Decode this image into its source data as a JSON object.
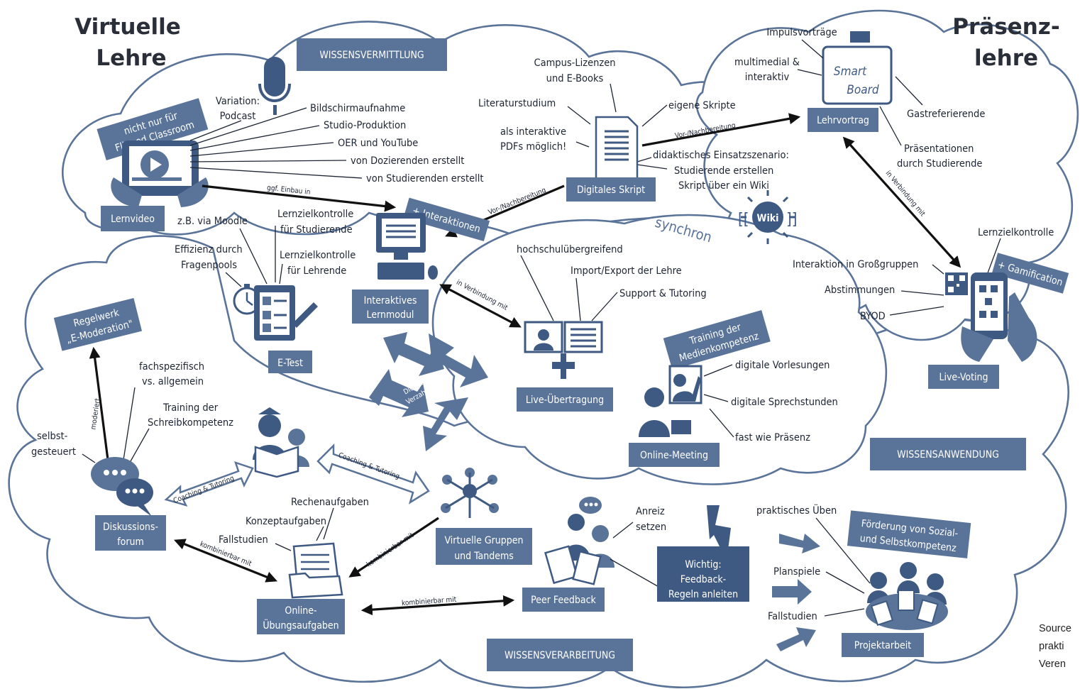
{
  "headings": {
    "virtual_line1": "Virtuelle",
    "virtual_line2": "Lehre",
    "presence_line1": "Präsenz-",
    "presence_line2": "lehre"
  },
  "sections": {
    "wissensvermittlung": "WISSENSVERMITTLUNG",
    "wissensanwendung": "WISSENSANWENDUNG",
    "wissensverarbeitung": "WISSENSVERARBEITUNG"
  },
  "lernvideo": {
    "label": "Lernvideo",
    "banner_line1": "nicht nur für",
    "banner_line2": "Flipped Classroom",
    "variation_line1": "Variation:",
    "variation_line2": "Podcast",
    "items": [
      "Bildschirmaufnahme",
      "Studio-Produktion",
      "OER und YouTube",
      "von Dozierenden erstellt",
      "von Studierenden erstellt"
    ],
    "einbau": "ggf. Einbau in"
  },
  "skript": {
    "label": "Digitales Skript",
    "campus_line1": "Campus-Lizenzen",
    "campus_line2": "und E-Books",
    "literatur": "Literaturstudium",
    "pdf_line1": "als interaktive",
    "pdf_line2": "PDFs möglich!",
    "eigene": "eigene Skripte",
    "szenario_line1": "didaktisches Einsatzszenario:",
    "szenario_line2": "Studierende erstellen",
    "szenario_line3": "Skript über ein Wiki",
    "wiki": "Wiki",
    "vor_nach_top": "Vor-/Nachbereitung",
    "vor_nach_left": "Vor-/Nachbereitung"
  },
  "lehrvortrag": {
    "label": "Lehrvortrag",
    "impuls": "Impulsvorträge",
    "multi_line1": "multimedial &",
    "multi_line2": "interaktiv",
    "smart_line1": "Smart",
    "smart_line2": "Board",
    "gast": "Gastreferierende",
    "praes_line1": "Präsentationen",
    "praes_line2": "durch Studierende",
    "verbindung": "in Verbindung mit"
  },
  "lernmodul": {
    "label_line1": "Interaktives",
    "label_line2": "Lernmodul",
    "interaktionen": "+ Interaktionen",
    "verbindung": "in Verbindung mit"
  },
  "etest": {
    "label": "E-Test",
    "moodle": "z.B. via Moodle",
    "effizienz_line1": "Effizienz durch",
    "effizienz_line2": "Fragenpools",
    "lzk_stud_line1": "Lernzielkontrolle",
    "lzk_stud_line2": "für Studierende",
    "lzk_lehr_line1": "Lernzielkontrolle",
    "lzk_lehr_line2": "für Lehrende"
  },
  "synchron": {
    "label": "synchron",
    "hochschul": "hochschulübergreifend",
    "import": "Import/Export der Lehre",
    "support": "Support & Tutoring",
    "live_label": "Live-Übertragung",
    "medien_line1": "Training der",
    "medien_line2": "Medienkompetenz",
    "vorlesungen": "digitale Vorlesungen",
    "sprechstunden": "digitale Sprechstunden",
    "praesenz": "fast wie Präsenz",
    "meeting_label": "Online-Meeting"
  },
  "voting": {
    "label": "Live-Voting",
    "lzk": "Lernzielkontrolle",
    "gamification": "+ Gamification",
    "grossgruppen": "Interaktion in Großgruppen",
    "abstimmungen": "Abstimmungen",
    "byod": "BYOD"
  },
  "forum": {
    "label_line1": "Diskussions-",
    "label_line2": "forum",
    "regelwerk_line1": "Regelwerk",
    "regelwerk_line2": "„E-Moderation\"",
    "moderiert": "moderiert",
    "fach_line1": "fachspezifisch",
    "fach_line2": "vs. allgemein",
    "schreib_line1": "Training der",
    "schreib_line2": "Schreibkompetenz",
    "selbst_line1": "selbst-",
    "selbst_line2": "gesteuert",
    "coaching": "Coaching & Tutoring",
    "kombinierbar": "kombinierbar mit"
  },
  "verzahnung": {
    "line1": "Didaktische",
    "line2": "Verzahnung"
  },
  "gruppen": {
    "label_line1": "Virtuelle Gruppen",
    "label_line2": "und Tandems",
    "coaching": "Coaching & Tutoring",
    "kombinierbar": "kombinierbar mit"
  },
  "uebung": {
    "label_line1": "Online-",
    "label_line2": "Übungsaufgaben",
    "rechen": "Rechenaufgaben",
    "konzept": "Konzeptaufgaben",
    "fall": "Fallstudien",
    "kombinierbar": "kombinierbar mit"
  },
  "peer": {
    "label": "Peer Feedback",
    "anreiz_line1": "Anreiz",
    "anreiz_line2": "setzen",
    "wichtig_line1": "Wichtig:",
    "wichtig_line2": "Feedback-",
    "wichtig_line3": "Regeln anleiten"
  },
  "projekt": {
    "label": "Projektarbeit",
    "ueben": "praktisches Üben",
    "foerd_line1": "Förderung von Sozial-",
    "foerd_line2": "und Selbstkompetenz",
    "plan": "Planspiele",
    "fall": "Fallstudien"
  },
  "source": {
    "line1": "Source",
    "line2": "prakti",
    "line3": "Veren"
  },
  "colors": {
    "band": "#5a7399",
    "dark": "#3f5a82",
    "text": "#1d2433"
  }
}
